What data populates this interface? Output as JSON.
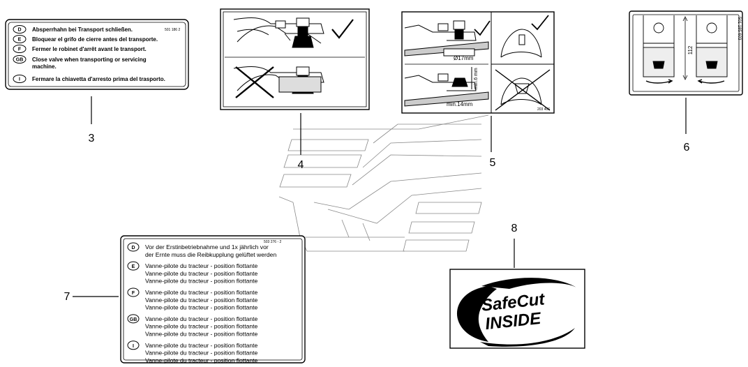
{
  "callouts": {
    "c3": "3",
    "c4": "4",
    "c5": "5",
    "c6": "6",
    "c7": "7",
    "c8": "8"
  },
  "decal3": {
    "code": "501 186 2",
    "rows": [
      {
        "lang": "D",
        "text": "Absperrhahn bei Transport schließen."
      },
      {
        "lang": "E",
        "text": "Bloquear el grifo de cierre antes del transporte."
      },
      {
        "lang": "F",
        "text": "Fermer le robinet d'arrêt avant le transport."
      },
      {
        "lang": "GB",
        "text": "Close valve when transporting or servicing",
        "text2": "machine."
      },
      {
        "lang": "I",
        "text": "Fermare la chiavetta d'arresto prima del trasporto."
      }
    ]
  },
  "decal5": {
    "dim1": "Ø17mm",
    "dim2": "min.14mm",
    "dim3": "min.6 mm",
    "code": "203 406"
  },
  "decal6": {
    "dim": "112",
    "code": "501 185 603"
  },
  "decal7": {
    "code": "503 276 - 2",
    "rows": [
      {
        "lang": "D",
        "lines": [
          "Vor der Erstinbetriebnahme und 1x jährlich vor",
          "der Ernte muss die Reibkupplung gelüftet werden"
        ]
      },
      {
        "lang": "E",
        "lines": [
          "Vanne-pilote du tracteur - position flottante",
          "Vanne-pilote du tracteur - position flottante",
          "Vanne-pilote du tracteur - position flottante"
        ]
      },
      {
        "lang": "F",
        "lines": [
          "Vanne-pilote du tracteur - position flottante",
          "Vanne-pilote du tracteur - position flottante",
          "Vanne-pilote du tracteur - position flottante"
        ]
      },
      {
        "lang": "GB",
        "lines": [
          "Vanne-pilote du tracteur - position flottante",
          "Vanne-pilote du tracteur - position flottante",
          "Vanne-pilote du tracteur - position flottante"
        ]
      },
      {
        "lang": "I",
        "lines": [
          "Vanne-pilote du tracteur - position flottante",
          "Vanne-pilote du tracteur - position flottante",
          "Vanne-pilote du tracteur - position flottante"
        ]
      }
    ]
  },
  "decal8": {
    "line1": "SafeCut",
    "line2": "INSIDE"
  }
}
